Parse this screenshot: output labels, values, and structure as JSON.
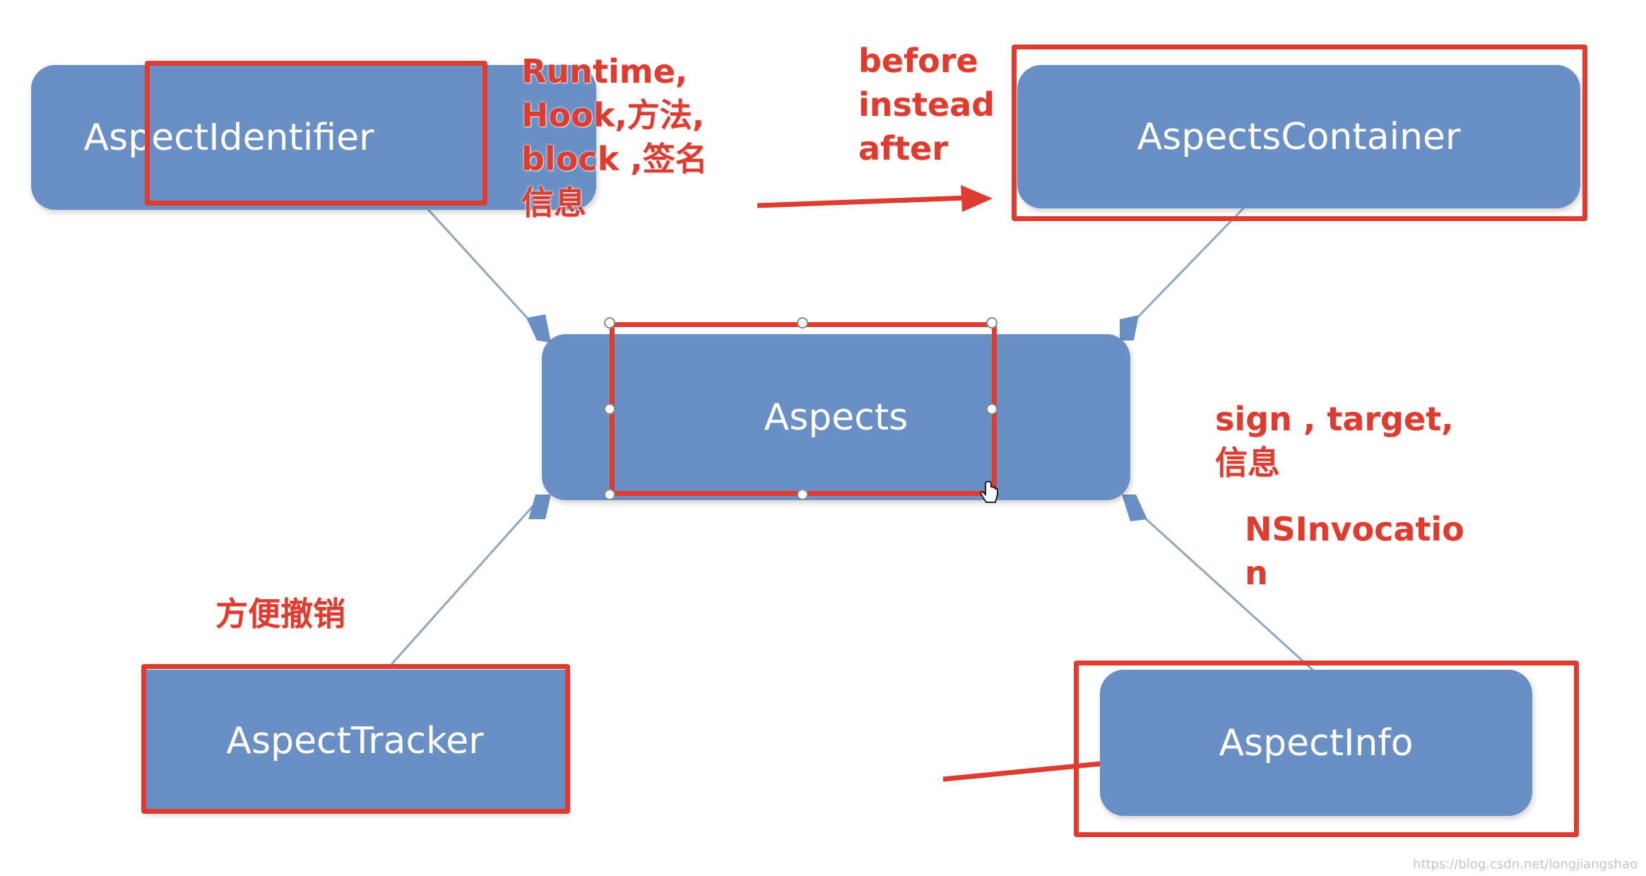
{
  "colors": {
    "node_fill": "#6a8fc5",
    "highlight": "#dd3d30",
    "connector": "#8fa6c3"
  },
  "nodes": {
    "identifier": "AspectIdentifier",
    "container": "AspectsContainer",
    "center": "Aspects",
    "tracker": "AspectTracker",
    "info": "AspectInfo"
  },
  "annotations": {
    "identifier_lines": [
      "Runtime,",
      "Hook,方法,",
      "block ,签名",
      "信息"
    ],
    "container_lines": [
      "before",
      "instead",
      "after"
    ],
    "info_sign_lines": [
      "sign , target,",
      "信息"
    ],
    "info_invocation_lines": [
      "NSInvocatio",
      "n"
    ],
    "tracker_text": "方便撤销"
  },
  "watermark": "https://blog.csdn.net/longjiangshao",
  "cursor_icon": "hand-cursor-icon"
}
